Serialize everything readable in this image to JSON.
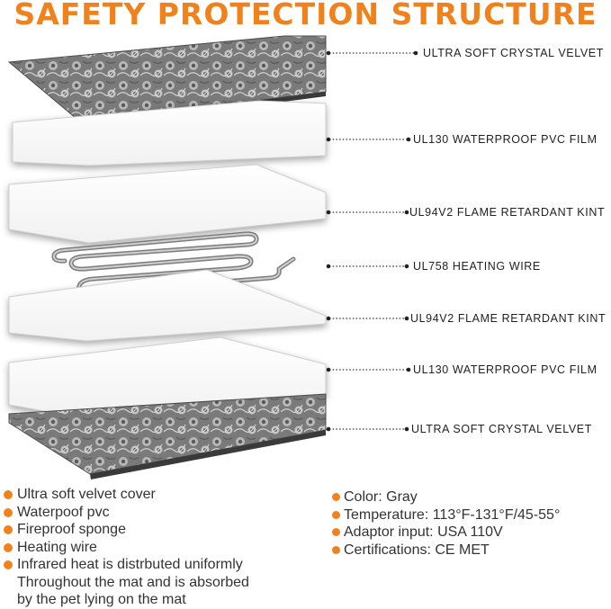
{
  "title": "SAFETY PROTECTION STRUCTURE",
  "layers": [
    {
      "label": "ULTRA SOFT CRYSTAL VELVET",
      "kind": "velvet"
    },
    {
      "label": "UL130 WATERPROOF PVC FILM",
      "kind": "white"
    },
    {
      "label": "UL94V2 FLAME RETARDANT KINT",
      "kind": "white"
    },
    {
      "label": "UL758 HEATING WIRE",
      "kind": "wire"
    },
    {
      "label": "UL94V2 FLAME RETARDANT KINT",
      "kind": "white"
    },
    {
      "label": "UL130 WATERPROOF PVC FILM",
      "kind": "white"
    },
    {
      "label": "ULTRA SOFT CRYSTAL VELVET",
      "kind": "velvet"
    }
  ],
  "features": [
    "Ultra soft velvet cover",
    "Waterpoof pvc",
    "Fireproof sponge",
    "Heating wire",
    "Infrared heat is distrbuted uniformly"
  ],
  "features_continued": [
    "Throughout the mat and is absorbed",
    "by the pet lying on the mat"
  ],
  "specs": [
    "Color: Gray",
    "Temperature: 113°F-131°F/45-55°",
    "Adaptor input:  USA 110V",
    "Certifications: CE MET"
  ],
  "colors": {
    "accent": "#f0821e",
    "velvet": "#6b6b6b",
    "sheet": "#ffffff"
  }
}
